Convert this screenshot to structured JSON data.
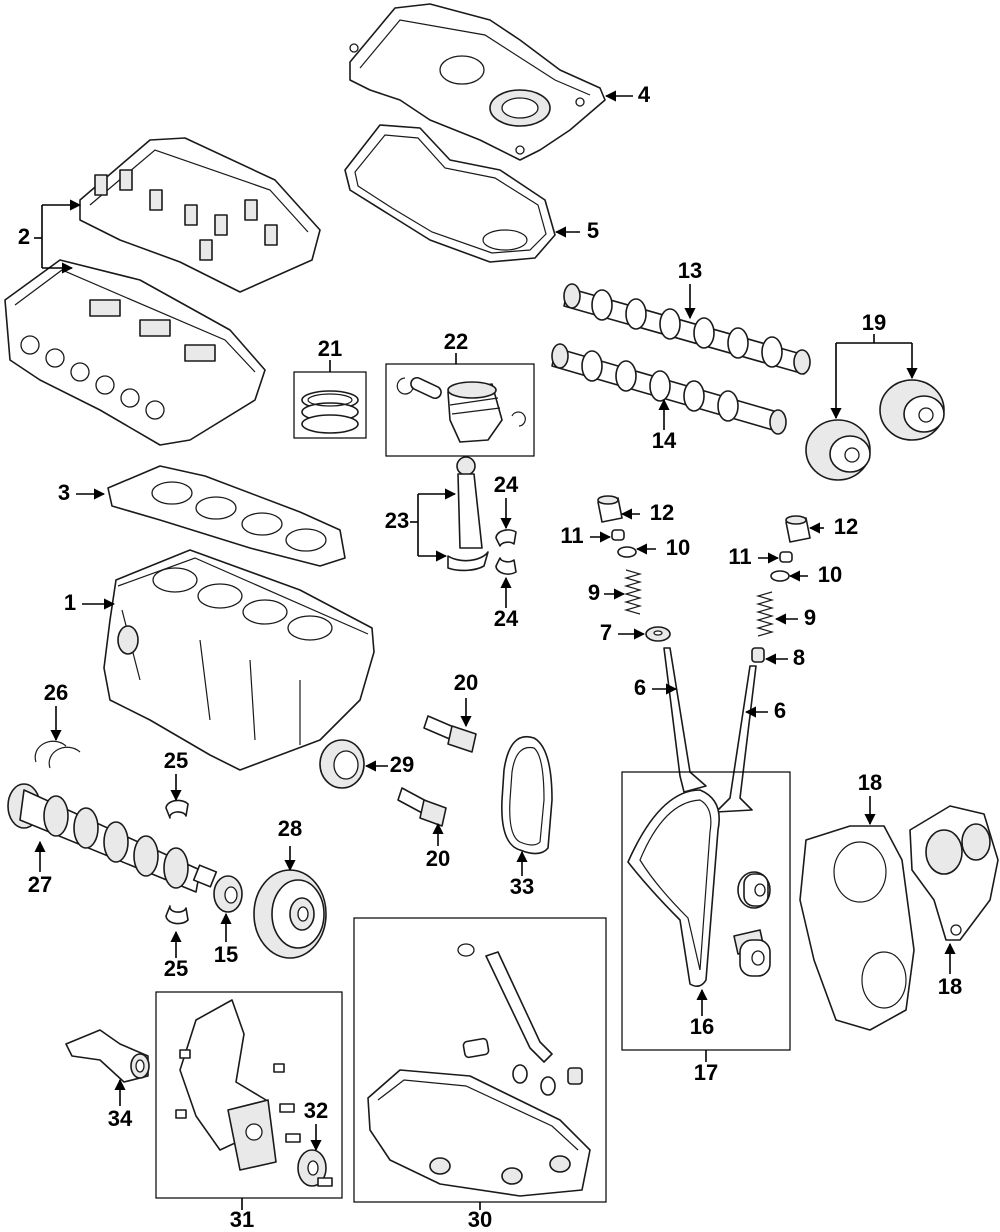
{
  "diagram": {
    "callouts": {
      "c1": "1",
      "c2": "2",
      "c3": "3",
      "c4": "4",
      "c5": "5",
      "c6a": "6",
      "c6b": "6",
      "c7": "7",
      "c8": "8",
      "c9a": "9",
      "c9b": "9",
      "c10a": "10",
      "c10b": "10",
      "c11a": "11",
      "c11b": "11",
      "c12a": "12",
      "c12b": "12",
      "c13": "13",
      "c14": "14",
      "c15": "15",
      "c16": "16",
      "c17": "17",
      "c18a": "18",
      "c18b": "18",
      "c19": "19",
      "c20a": "20",
      "c20b": "20",
      "c21": "21",
      "c22": "22",
      "c23": "23",
      "c24a": "24",
      "c24b": "24",
      "c25a": "25",
      "c25b": "25",
      "c26": "26",
      "c27": "27",
      "c28": "28",
      "c29": "29",
      "c30": "30",
      "c31": "31",
      "c32": "32",
      "c33": "33",
      "c34": "34"
    },
    "accent_color": "#000000"
  }
}
